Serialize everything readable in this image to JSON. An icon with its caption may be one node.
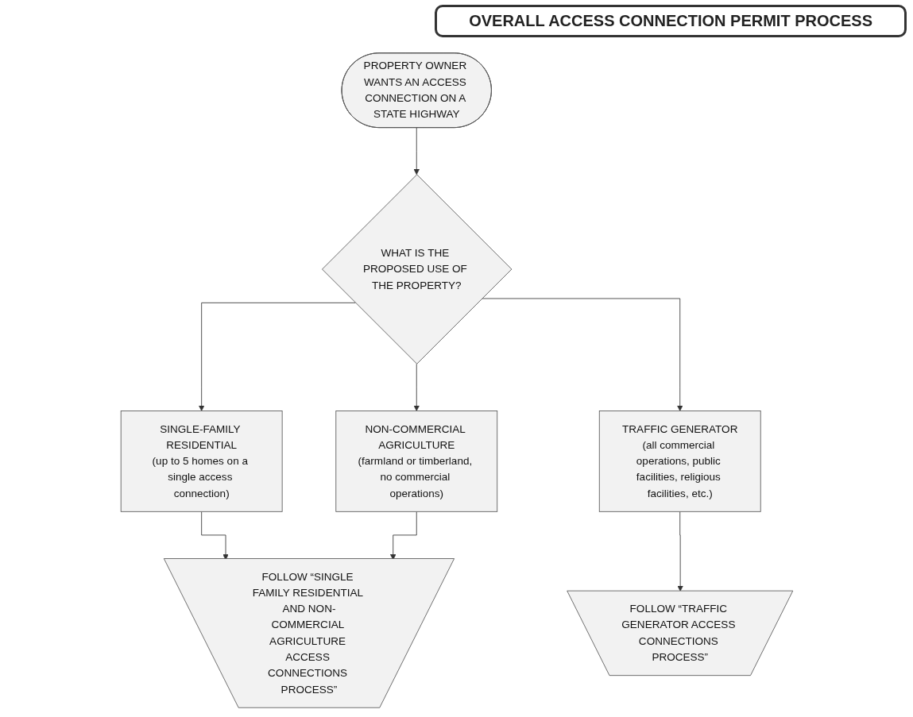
{
  "diagram": {
    "title": "OVERALL ACCESS CONNECTION PERMIT PROCESS",
    "nodes": [
      {
        "text": [
          "PROPERTY OWNER WANTS AN ACCESS CONNECTION ON A STATE HIGHWAY"
        ]
      },
      {
        "text": [
          "WHAT IS THE PROPOSED USE OF THE PROPERTY?"
        ]
      },
      {
        "text": [
          "SINGLE-FAMILY RESIDENTIAL",
          "(up to 5 homes on a single access connection)"
        ]
      },
      {
        "text": [
          "NON-COMMERCIAL AGRICULTURE",
          "(farmland or timberland, no commercial operations)"
        ]
      },
      {
        "text": [
          "TRAFFIC GENERATOR",
          "(all commercial operations, public facilities, religious facilities, etc.)"
        ]
      },
      {
        "text": [
          "FOLLOW “SINGLE FAMILY RESIDENTIAL AND NON-COMMERCIAL AGRICULTURE ACCESS CONNECTIONS PROCESS”"
        ]
      },
      {
        "text": [
          "FOLLOW “TRAFFIC GENERATOR ACCESS CONNECTIONS PROCESS”"
        ]
      }
    ],
    "edges": [
      {
        "from": 0,
        "to": 1,
        "arrow": "to"
      },
      {
        "from": 1,
        "to": 2,
        "arrow": "to"
      },
      {
        "from": 1,
        "to": 3,
        "arrow": "to"
      },
      {
        "from": 1,
        "to": 4,
        "arrow": "to"
      },
      {
        "from": 2,
        "to": 5,
        "arrow": "to"
      },
      {
        "from": 3,
        "to": 5,
        "arrow": "to"
      },
      {
        "from": 4,
        "to": 6,
        "arrow": "to"
      }
    ]
  }
}
